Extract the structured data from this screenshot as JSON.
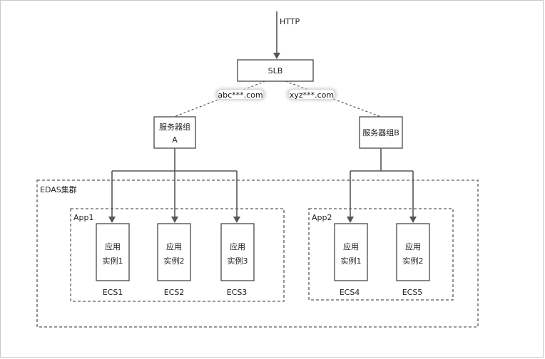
{
  "entry": {
    "protocol": "HTTP"
  },
  "slb": {
    "label": "SLB"
  },
  "domains": {
    "a": "abc***.com",
    "b": "xyz***.com"
  },
  "groups": {
    "a": {
      "line1": "服务器组",
      "line2": "A"
    },
    "b": {
      "label": "服务器组B"
    }
  },
  "cluster": {
    "label": "EDAS集群"
  },
  "apps": [
    {
      "label": "App1",
      "instances": [
        {
          "line1": "应用",
          "line2": "实例1",
          "host": "ECS1"
        },
        {
          "line1": "应用",
          "line2": "实例2",
          "host": "ECS2"
        },
        {
          "line1": "应用",
          "line2": "实例3",
          "host": "ECS3"
        }
      ]
    },
    {
      "label": "App2",
      "instances": [
        {
          "line1": "应用",
          "line2": "实例1",
          "host": "ECS4"
        },
        {
          "line1": "应用",
          "line2": "实例2",
          "host": "ECS5"
        }
      ]
    }
  ]
}
